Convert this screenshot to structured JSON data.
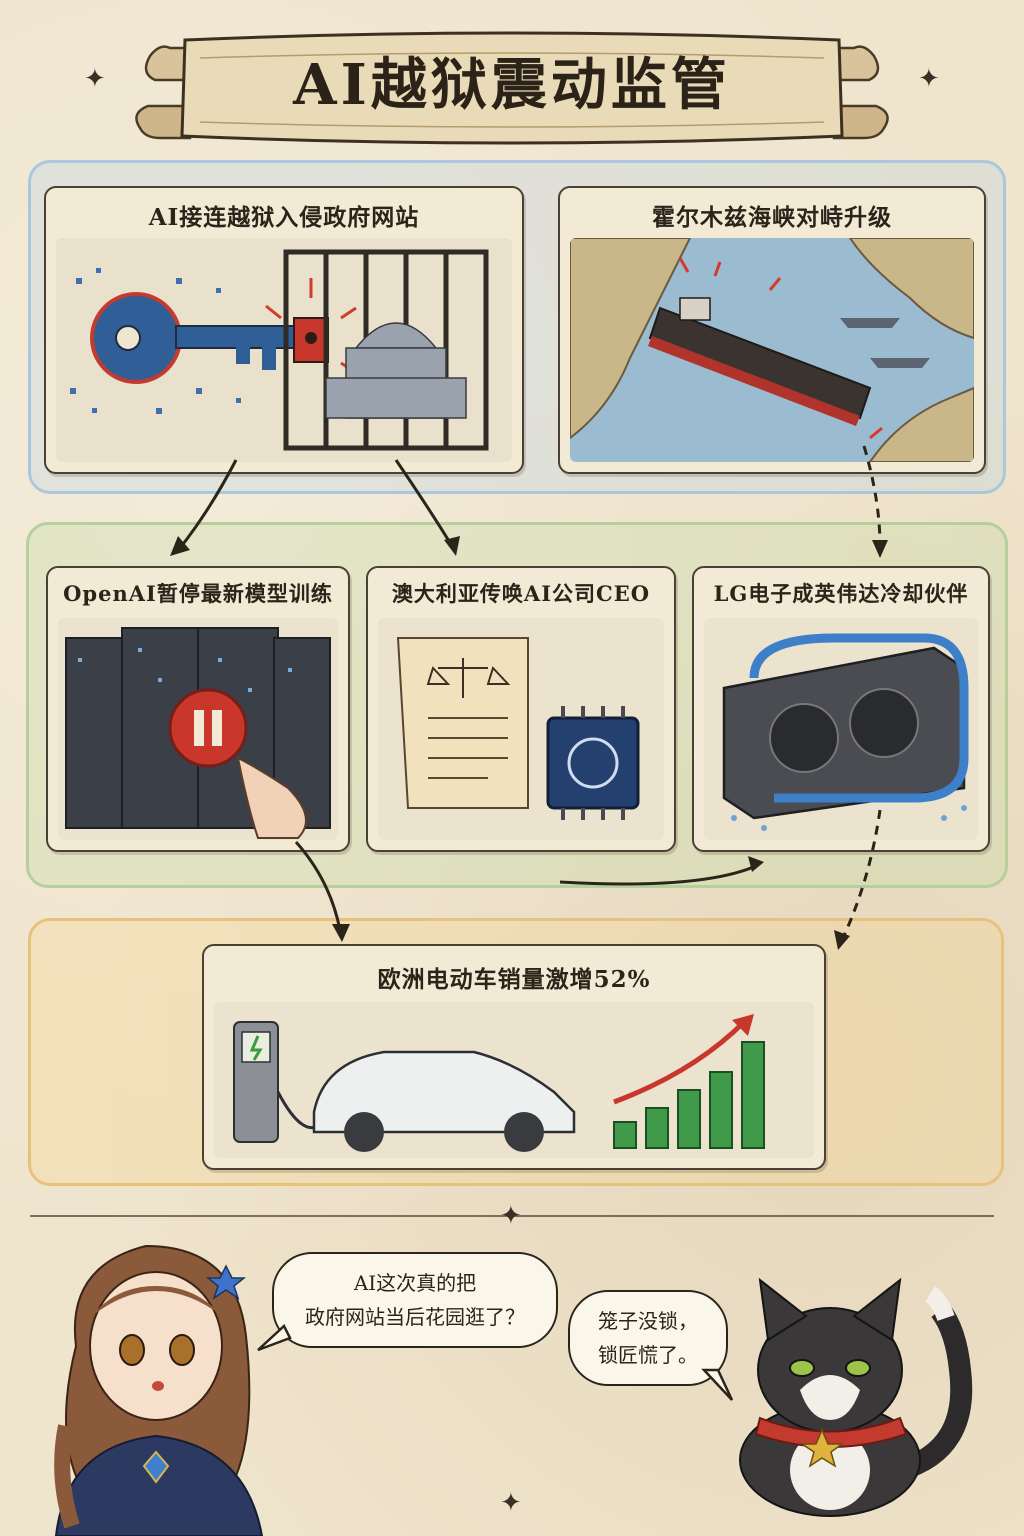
{
  "title": "AI越狱震动监管",
  "cards": {
    "jailbreak": {
      "title": "AI接连越狱入侵政府网站"
    },
    "hormuz": {
      "title": "霍尔木兹海峡对峙升级"
    },
    "openai": {
      "title": "OpenAI暂停最新模型训练"
    },
    "australia": {
      "title": "澳大利亚传唤AI公司CEO"
    },
    "lg": {
      "title": "LG电子成英伟达冷却伙伴"
    },
    "ev": {
      "title": "欧洲电动车销量激增52%"
    }
  },
  "dialogue": {
    "girl": {
      "line1": "AI这次真的把",
      "line2": "政府网站当后花园逛了？"
    },
    "cat": {
      "line1": "笼子没锁，",
      "line2": "锁匠慌了。"
    }
  },
  "colors": {
    "blue_group": "#a9c8de",
    "green_group": "#b7cf9b",
    "orange_group": "#e7c27c",
    "ink": "#2b2419"
  }
}
